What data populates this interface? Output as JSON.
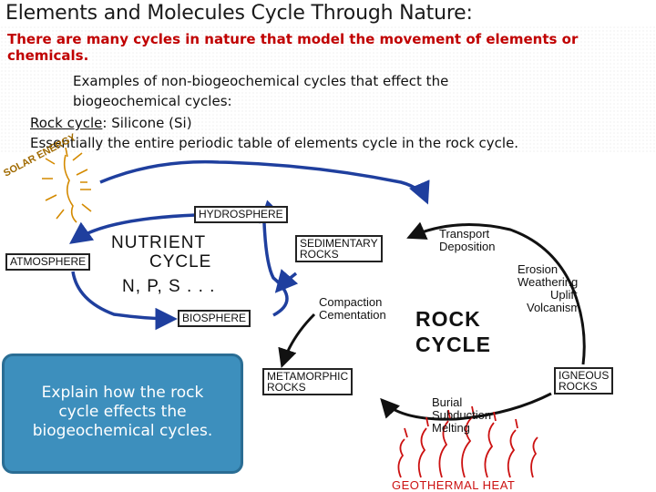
{
  "title": "Elements and Molecules Cycle Through Nature:",
  "subtitle": "There are many cycles in nature that model the movement of elements or chemicals.",
  "body": {
    "line1": "Examples of non-biogeochemical cycles that effect the",
    "line2": "biogeochemical cycles:",
    "rock_cycle_term": "Rock cycle",
    "rock_cycle_rest": ": Silicone (Si)",
    "line4": "Essentially the entire periodic table of elements cycle in the rock cycle."
  },
  "diagram": {
    "solar_energy": "SOLAR ENERGY",
    "hydrosphere": "HYDROSPHERE",
    "atmosphere": "ATMOSPHERE",
    "biosphere": "BIOSPHERE",
    "nutrient_line1": "NUTRIENT",
    "nutrient_line2": "CYCLE",
    "nutrient_elements": "N, P, S . . .",
    "sedimentary_line1": "SEDIMENTARY",
    "sedimentary_line2": "ROCKS",
    "transport": "Transport",
    "deposition": "Deposition",
    "erosion": "Erosion",
    "weathering": "Weathering",
    "uplift": "Uplift",
    "volcanism": "Volcanism",
    "compaction": "Compaction",
    "cementation": "Cementation",
    "rock_cycle_line1": "ROCK",
    "rock_cycle_line2": "CYCLE",
    "metamorphic_line1": "METAMORPHIC",
    "metamorphic_line2": "ROCKS",
    "igneous_line1": "IGNEOUS",
    "igneous_line2": "ROCKS",
    "burial": "Burial",
    "subduction": "Subduction",
    "melting": "Melting",
    "geothermal_heat": "GEOTHERMAL HEAT"
  },
  "callout": {
    "line1": "Explain how the rock",
    "line2": "cycle effects the",
    "line3": "biogeochemical cycles."
  },
  "colors": {
    "title": "#1a1a1a",
    "subtitle": "#c00000",
    "arrows": "#1f3f9e",
    "geothermal": "#cc1111",
    "callout_bg": "#3d8fbd",
    "callout_border": "#2a6d94"
  }
}
